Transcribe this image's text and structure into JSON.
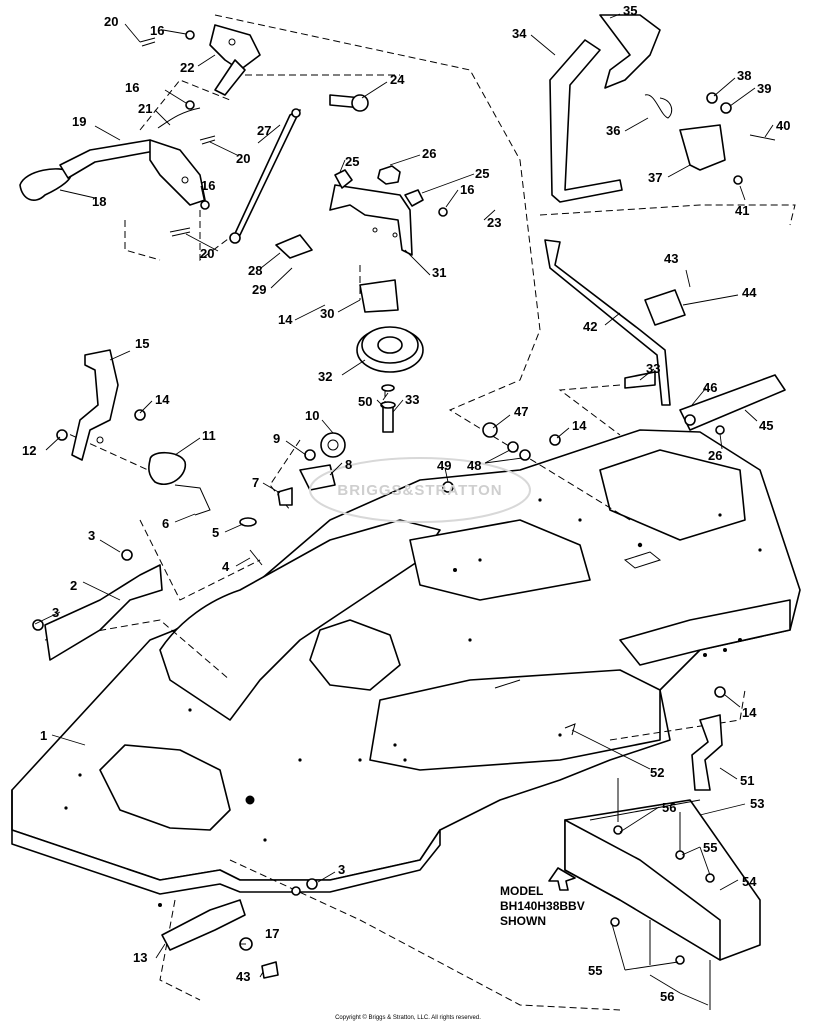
{
  "diagram": {
    "parts": [
      {
        "id": "part-1",
        "text": "1"
      },
      {
        "id": "part-2",
        "text": "2"
      },
      {
        "id": "part-3a",
        "text": "3"
      },
      {
        "id": "part-3b",
        "text": "3"
      },
      {
        "id": "part-3c",
        "text": "3"
      },
      {
        "id": "part-4",
        "text": "4"
      },
      {
        "id": "part-5",
        "text": "5"
      },
      {
        "id": "part-6",
        "text": "6"
      },
      {
        "id": "part-7",
        "text": "7"
      },
      {
        "id": "part-8",
        "text": "8"
      },
      {
        "id": "part-9",
        "text": "9"
      },
      {
        "id": "part-10",
        "text": "10"
      },
      {
        "id": "part-11",
        "text": "11"
      },
      {
        "id": "part-12",
        "text": "12"
      },
      {
        "id": "part-13",
        "text": "13"
      },
      {
        "id": "part-14a",
        "text": "14"
      },
      {
        "id": "part-14b",
        "text": "14"
      },
      {
        "id": "part-14c",
        "text": "14"
      },
      {
        "id": "part-14d",
        "text": "14"
      },
      {
        "id": "part-15",
        "text": "15"
      },
      {
        "id": "part-16a",
        "text": "16"
      },
      {
        "id": "part-16b",
        "text": "16"
      },
      {
        "id": "part-16c",
        "text": "16"
      },
      {
        "id": "part-16d",
        "text": "16"
      },
      {
        "id": "part-17",
        "text": "17"
      },
      {
        "id": "part-18",
        "text": "18"
      },
      {
        "id": "part-19",
        "text": "19"
      },
      {
        "id": "part-20a",
        "text": "20"
      },
      {
        "id": "part-20b",
        "text": "20"
      },
      {
        "id": "part-20c",
        "text": "20"
      },
      {
        "id": "part-21",
        "text": "21"
      },
      {
        "id": "part-22",
        "text": "22"
      },
      {
        "id": "part-23",
        "text": "23"
      },
      {
        "id": "part-24",
        "text": "24"
      },
      {
        "id": "part-25a",
        "text": "25"
      },
      {
        "id": "part-25b",
        "text": "25"
      },
      {
        "id": "part-26a",
        "text": "26"
      },
      {
        "id": "part-26b",
        "text": "26"
      },
      {
        "id": "part-27",
        "text": "27"
      },
      {
        "id": "part-28",
        "text": "28"
      },
      {
        "id": "part-29",
        "text": "29"
      },
      {
        "id": "part-30",
        "text": "30"
      },
      {
        "id": "part-31",
        "text": "31"
      },
      {
        "id": "part-32",
        "text": "32"
      },
      {
        "id": "part-33a",
        "text": "33"
      },
      {
        "id": "part-33b",
        "text": "33"
      },
      {
        "id": "part-34",
        "text": "34"
      },
      {
        "id": "part-35",
        "text": "35"
      },
      {
        "id": "part-36",
        "text": "36"
      },
      {
        "id": "part-37",
        "text": "37"
      },
      {
        "id": "part-38",
        "text": "38"
      },
      {
        "id": "part-39",
        "text": "39"
      },
      {
        "id": "part-40",
        "text": "40"
      },
      {
        "id": "part-41",
        "text": "41"
      },
      {
        "id": "part-42",
        "text": "42"
      },
      {
        "id": "part-43a",
        "text": "43"
      },
      {
        "id": "part-43b",
        "text": "43"
      },
      {
        "id": "part-44",
        "text": "44"
      },
      {
        "id": "part-45",
        "text": "45"
      },
      {
        "id": "part-46",
        "text": "46"
      },
      {
        "id": "part-47",
        "text": "47"
      },
      {
        "id": "part-48",
        "text": "48"
      },
      {
        "id": "part-49",
        "text": "49"
      },
      {
        "id": "part-50",
        "text": "50"
      },
      {
        "id": "part-51",
        "text": "51"
      },
      {
        "id": "part-52",
        "text": "52"
      },
      {
        "id": "part-53",
        "text": "53"
      },
      {
        "id": "part-54",
        "text": "54"
      },
      {
        "id": "part-55a",
        "text": "55"
      },
      {
        "id": "part-55b",
        "text": "55"
      },
      {
        "id": "part-56a",
        "text": "56"
      },
      {
        "id": "part-56b",
        "text": "56"
      }
    ],
    "model_note": [
      "MODEL",
      "BH140H38BBV",
      "SHOWN"
    ],
    "watermark": "BRIGGS&STRATTON",
    "copyright": "Copyright © Briggs & Stratton, LLC. All rights reserved."
  }
}
